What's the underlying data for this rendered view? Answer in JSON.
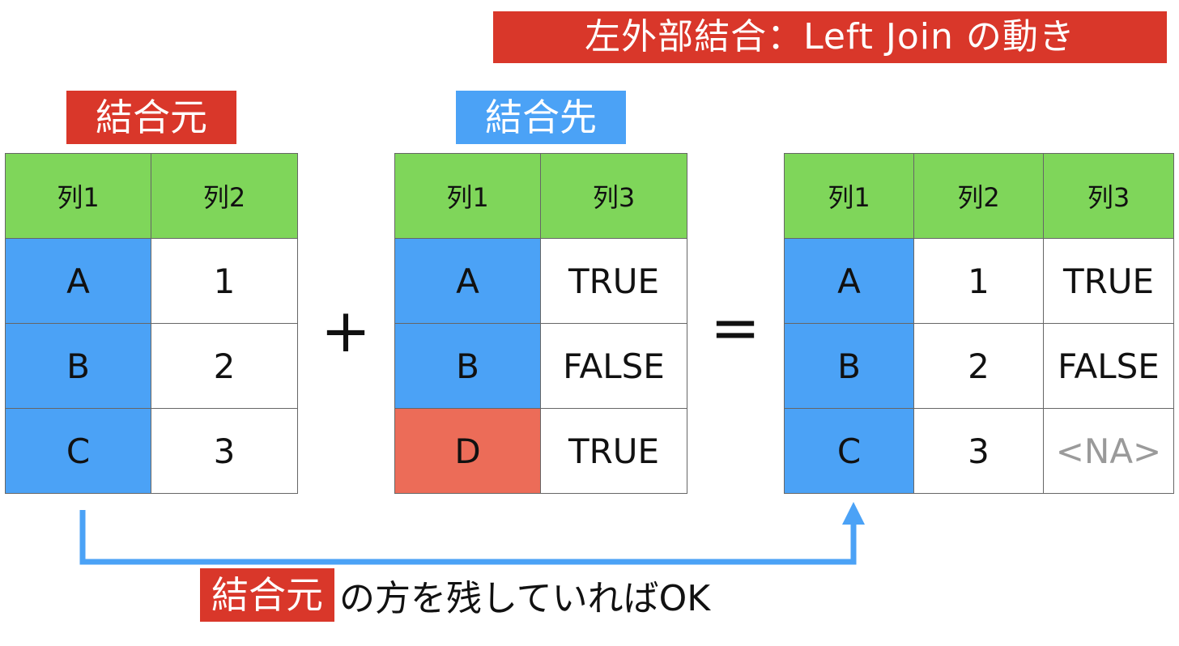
{
  "title": "左外部結合：Left Join の動き",
  "left_label": "結合元",
  "right_label": "結合先",
  "plus": "+",
  "equals": "=",
  "left_table": {
    "headers": [
      "列1",
      "列2"
    ],
    "rows": [
      [
        "A",
        "1"
      ],
      [
        "B",
        "2"
      ],
      [
        "C",
        "3"
      ]
    ]
  },
  "right_table": {
    "headers": [
      "列1",
      "列3"
    ],
    "rows": [
      [
        "A",
        "TRUE"
      ],
      [
        "B",
        "FALSE"
      ],
      [
        "D",
        "TRUE"
      ]
    ]
  },
  "result_table": {
    "headers": [
      "列1",
      "列2",
      "列3"
    ],
    "rows": [
      [
        "A",
        "1",
        "TRUE"
      ],
      [
        "B",
        "2",
        "FALSE"
      ],
      [
        "C",
        "3",
        "<NA>"
      ]
    ]
  },
  "footer": {
    "tag": "結合元",
    "text": "の方を残していればOK"
  },
  "colors": {
    "red_label": "#d9372a",
    "blue_label": "#4ba2f6",
    "header_green": "#7fd65a",
    "key_blue": "#4ba2f6",
    "unmatched_red": "#ec6c58",
    "na_gray": "#9a9a9a"
  }
}
